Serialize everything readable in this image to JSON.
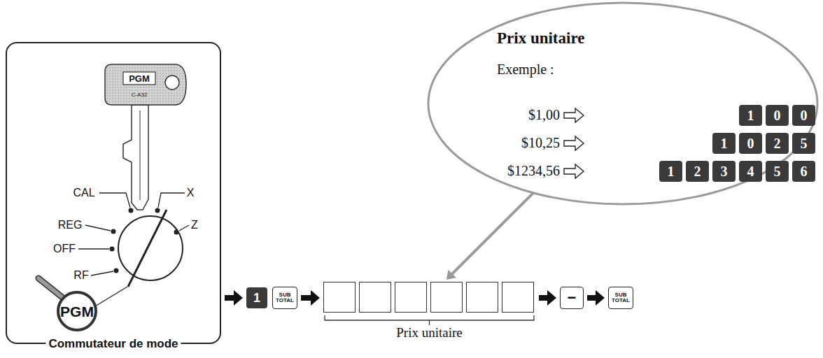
{
  "diagram": {
    "nodes": [
      {
        "text": [
          "Commutateur de mode"
        ]
      },
      {
        "text": [
          "1"
        ]
      },
      {
        "text": [
          "SUB TOTAL"
        ]
      },
      {
        "text": [
          "Prix unitaire"
        ]
      },
      {
        "text": [
          "−"
        ]
      },
      {
        "text": [
          "SUB TOTAL"
        ]
      },
      {
        "text": [
          "Prix unitaire",
          "Exemple :",
          "$1,00",
          "$10,25",
          "$1234,56"
        ]
      },
      {
        "text": [
          "1"
        ],
        "in": 6
      },
      {
        "text": [
          "0"
        ],
        "in": 6
      },
      {
        "text": [
          "0"
        ],
        "in": 6
      },
      {
        "text": [
          "1"
        ],
        "in": 6
      },
      {
        "text": [
          "0"
        ],
        "in": 6
      },
      {
        "text": [
          "2"
        ],
        "in": 6
      },
      {
        "text": [
          "5"
        ],
        "in": 6
      },
      {
        "text": [
          "1"
        ],
        "in": 6
      },
      {
        "text": [
          "2"
        ],
        "in": 6
      },
      {
        "text": [
          "3"
        ],
        "in": 6
      },
      {
        "text": [
          "4"
        ],
        "in": 6
      },
      {
        "text": [
          "5"
        ],
        "in": 6
      },
      {
        "text": [
          "6"
        ],
        "in": 6
      }
    ],
    "edges": [
      {
        "from": 0,
        "to": 1,
        "arrow": "to"
      },
      {
        "from": 2,
        "to": 3,
        "arrow": "to"
      },
      {
        "from": 3,
        "to": 4,
        "arrow": "to"
      },
      {
        "from": 4,
        "to": 5,
        "arrow": "to"
      },
      {
        "from": 6,
        "to": 3,
        "arrow": "to"
      }
    ],
    "labels": [
      "PGM",
      "C-A32",
      "CAL",
      "X",
      "REG",
      "Z",
      "OFF",
      "RF",
      "PGM"
    ]
  }
}
